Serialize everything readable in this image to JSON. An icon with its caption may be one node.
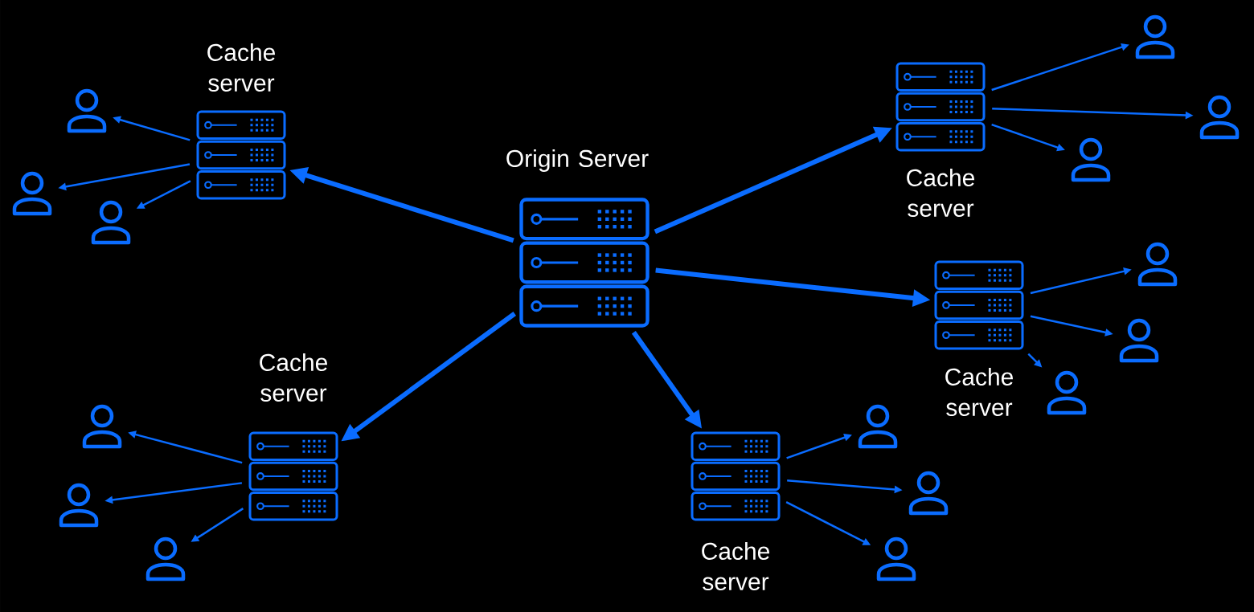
{
  "diagram": {
    "nodes": [
      {
        "text": [
          "Origin Server"
        ]
      },
      {
        "text": [
          "Cache server"
        ]
      },
      {
        "text": [
          "Cache server"
        ]
      },
      {
        "text": [
          "Cache server"
        ]
      },
      {
        "text": [
          "Cache server"
        ]
      },
      {
        "text": [
          "Cache server"
        ]
      },
      {
        "text": [],
        "shape": "person"
      },
      {
        "text": [],
        "shape": "person"
      },
      {
        "text": [],
        "shape": "person"
      },
      {
        "text": [],
        "shape": "person"
      },
      {
        "text": [],
        "shape": "person"
      },
      {
        "text": [],
        "shape": "person"
      },
      {
        "text": [],
        "shape": "person"
      },
      {
        "text": [],
        "shape": "person"
      },
      {
        "text": [],
        "shape": "person"
      },
      {
        "text": [],
        "shape": "person"
      },
      {
        "text": [],
        "shape": "person"
      },
      {
        "text": [],
        "shape": "person"
      },
      {
        "text": [],
        "shape": "person"
      },
      {
        "text": [],
        "shape": "person"
      },
      {
        "text": [],
        "shape": "person"
      }
    ],
    "edges": [
      {
        "from": 0,
        "to": 1,
        "arrow": "to",
        "style": "thick"
      },
      {
        "from": 0,
        "to": 2,
        "arrow": "to",
        "style": "thick"
      },
      {
        "from": 0,
        "to": 3,
        "arrow": "to",
        "style": "thick"
      },
      {
        "from": 0,
        "to": 4,
        "arrow": "to",
        "style": "thick"
      },
      {
        "from": 0,
        "to": 5,
        "arrow": "to",
        "style": "thick"
      },
      {
        "from": 1,
        "to": 6,
        "arrow": "to"
      },
      {
        "from": 1,
        "to": 7,
        "arrow": "to"
      },
      {
        "from": 1,
        "to": 8,
        "arrow": "to"
      },
      {
        "from": 2,
        "to": 9,
        "arrow": "to"
      },
      {
        "from": 2,
        "to": 10,
        "arrow": "to"
      },
      {
        "from": 2,
        "to": 11,
        "arrow": "to"
      },
      {
        "from": 3,
        "to": 12,
        "arrow": "to"
      },
      {
        "from": 3,
        "to": 13,
        "arrow": "to"
      },
      {
        "from": 3,
        "to": 14,
        "arrow": "to"
      },
      {
        "from": 4,
        "to": 15,
        "arrow": "to"
      },
      {
        "from": 4,
        "to": 16,
        "arrow": "to"
      },
      {
        "from": 4,
        "to": 17,
        "arrow": "to"
      },
      {
        "from": 5,
        "to": 18,
        "arrow": "to"
      },
      {
        "from": 5,
        "to": 19,
        "arrow": "to"
      },
      {
        "from": 5,
        "to": 20,
        "arrow": "to"
      }
    ]
  }
}
